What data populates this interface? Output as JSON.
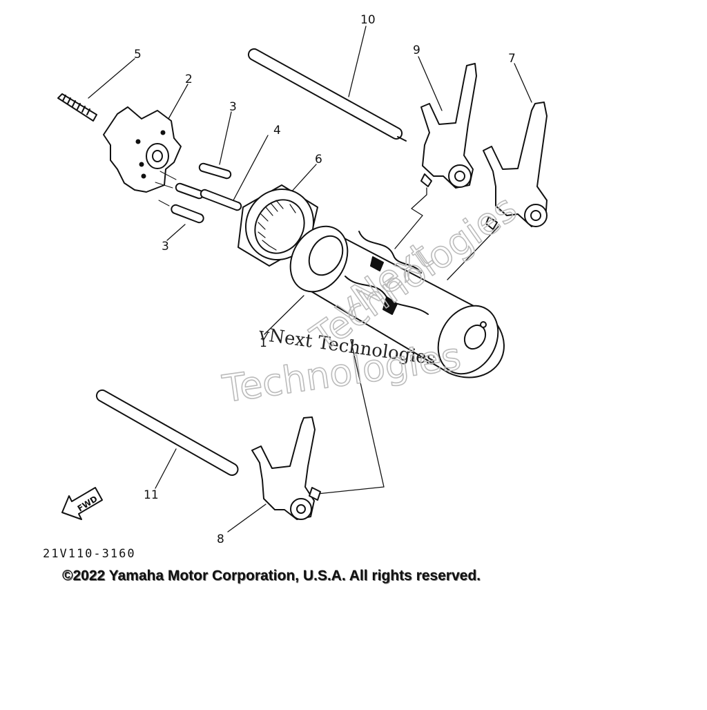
{
  "diagram": {
    "callouts": {
      "c1": "1",
      "c2": "2",
      "c3a": "3",
      "c3b": "3",
      "c4": "4",
      "c5": "5",
      "c6": "6",
      "c7": "7",
      "c8": "8",
      "c9": "9",
      "c10": "10",
      "c11": "11"
    },
    "fwd_label": "FWD",
    "diagram_code": "21V110-3160",
    "copyright": "©2022 Yamaha Motor Corporation, U.S.A. All rights reserved.",
    "watermark": {
      "plain": "vNext Technologies",
      "outline_line1": "vNext",
      "outline_line2": "Technologies",
      "outline_line3": "Technologies"
    }
  }
}
